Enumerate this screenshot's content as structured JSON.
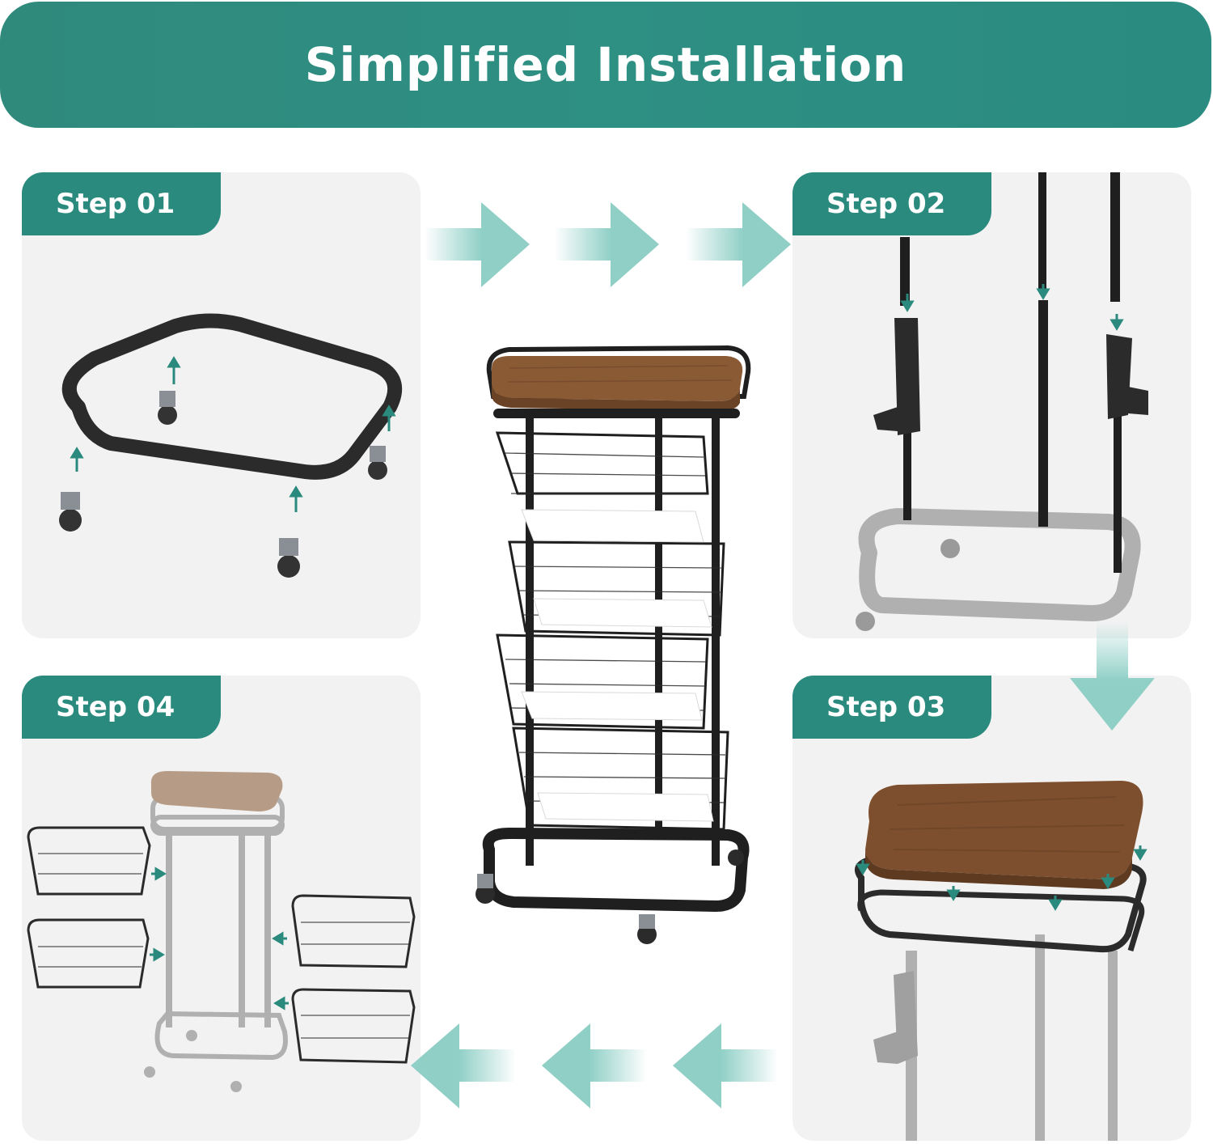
{
  "banner": {
    "title": "Simplified Installation"
  },
  "steps": [
    {
      "label": "Step 01"
    },
    {
      "label": "Step 02"
    },
    {
      "label": "Step 03"
    },
    {
      "label": "Step 04"
    }
  ],
  "colors": {
    "teal": "#2a8a7e",
    "arrow": "#8fcfc6",
    "panel": "#f2f2f2",
    "wood": "#8a5a35",
    "metal": "#2b2b2b",
    "ghost": "#a9a9a9"
  },
  "icons": [
    "right-arrow-icon",
    "down-arrow-icon",
    "left-arrow-icon"
  ]
}
